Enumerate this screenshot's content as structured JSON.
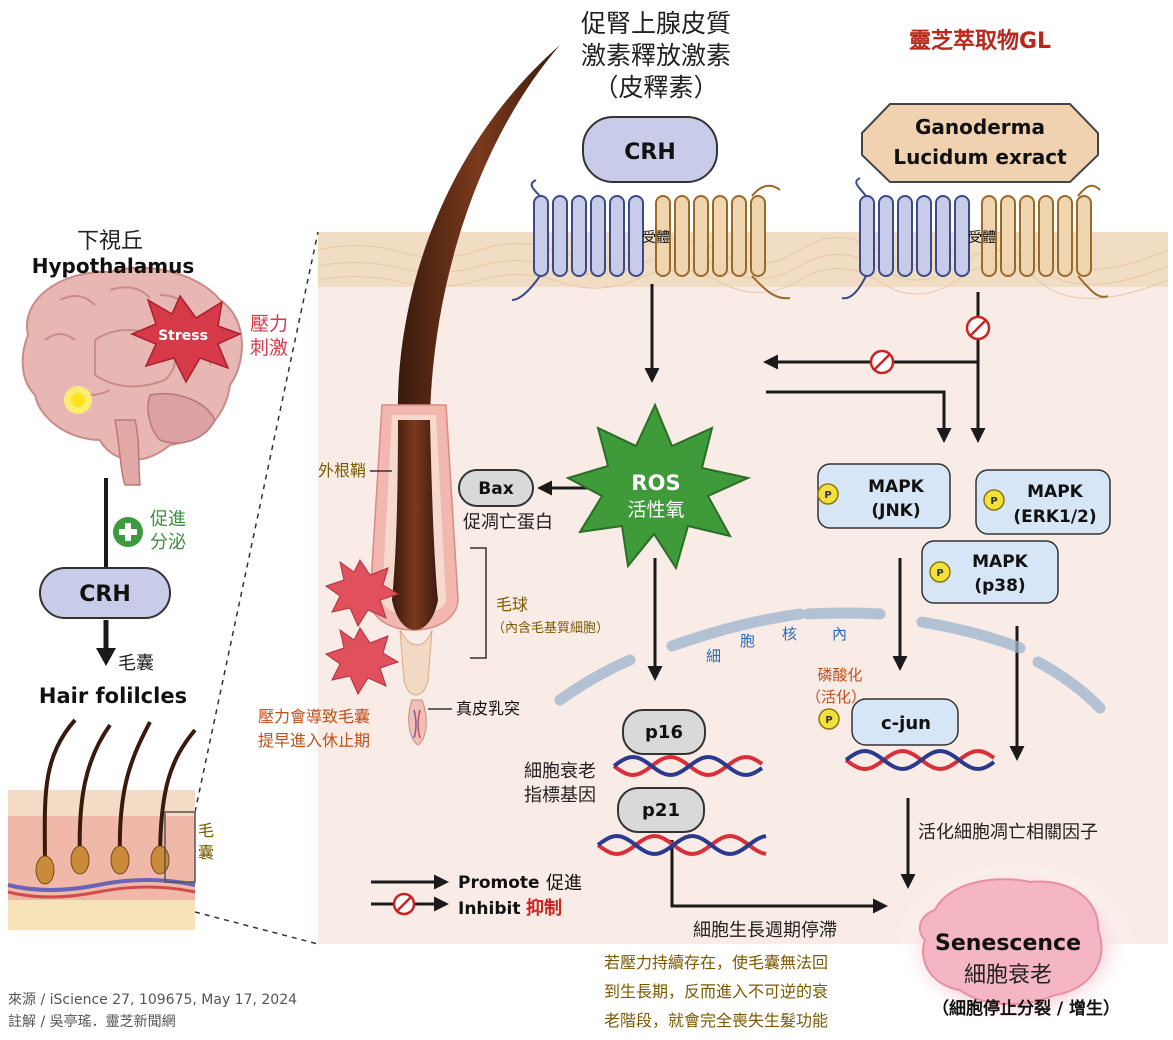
{
  "crh_top_label": {
    "line1": "促腎上腺皮質",
    "line2": "激素釋放激素",
    "line3": "（皮釋素）"
  },
  "gl_title": "靈芝萃取物GL",
  "crh_box": "CRH",
  "ganoderma": {
    "line1": "Ganoderma",
    "line2": "Lucidum exract"
  },
  "receptor_label": "受體",
  "hypothalamus": {
    "zh": "下視丘",
    "en": "Hypothalamus"
  },
  "stress_star": "Stress",
  "stress_zh": {
    "line1": "壓力",
    "line2": "刺激"
  },
  "promote_secretion": {
    "line1": "促進",
    "line2": "分泌"
  },
  "crh_left": "CRH",
  "follicle": {
    "zh": "毛囊",
    "en": "Hair folilcles",
    "side": "毛囊"
  },
  "outer_root_sheath": "外根鞘",
  "hair_bulb": {
    "line1": "毛球",
    "line2": "（內含毛基質細胞）"
  },
  "dermal_papilla": "真皮乳突",
  "stress_rest": {
    "line1": "壓力會導致毛囊",
    "line2": "提早進入休止期"
  },
  "ros": {
    "en": "ROS",
    "zh": "活性氧"
  },
  "bax": {
    "label": "Bax",
    "zh": "促凋亡蛋白"
  },
  "mapk_jnk": {
    "line1": "MAPK",
    "line2": "(JNK)"
  },
  "mapk_erk": {
    "line1": "MAPK",
    "line2": "(ERK1/2)"
  },
  "mapk_p38": {
    "line1": "MAPK",
    "line2": "(p38)"
  },
  "phospho_p": "P",
  "nucleus_chars": [
    "細",
    "胞",
    "核",
    "內"
  ],
  "phosphorylation": {
    "line1": "磷酸化",
    "line2": "（活化）"
  },
  "cjun": "c-jun",
  "p16": "p16",
  "p21": "p21",
  "senescence_markers": {
    "line1": "細胞衰老",
    "line2": "指標基因"
  },
  "apoptosis_factors": "活化細胞凋亡相關因子",
  "legend": {
    "promote": "Promote",
    "promote_zh": "促進",
    "inhibit": "Inhibit",
    "inhibit_zh": "抑制"
  },
  "cell_cycle_arrest": "細胞生長週期停滯",
  "senescence": {
    "en": "Senescence",
    "zh": "細胞衰老",
    "note": "（細胞停止分裂 / 增生）"
  },
  "footnote": {
    "line1": "若壓力持續存在，使毛囊無法回",
    "line2": "到生長期，反而進入不可逆的衰",
    "line3": "老階段，就會完全喪失生髮功能"
  },
  "source": {
    "line1": "來源 / iScience 27, 109675, May 17, 2024",
    "line2": "註解 / 吳亭瑤．靈芝新聞網"
  },
  "colors": {
    "promote": "#222222",
    "inhibit": "#cc2222",
    "ros": "#3f9a3a",
    "stress": "#d63a48",
    "receptor_blue": "#c9cce8",
    "receptor_tan": "#f0d6b0",
    "background_pink": "#f9ece6",
    "mapk_fill": "#d7e6f6",
    "title_red": "#b8281c"
  }
}
